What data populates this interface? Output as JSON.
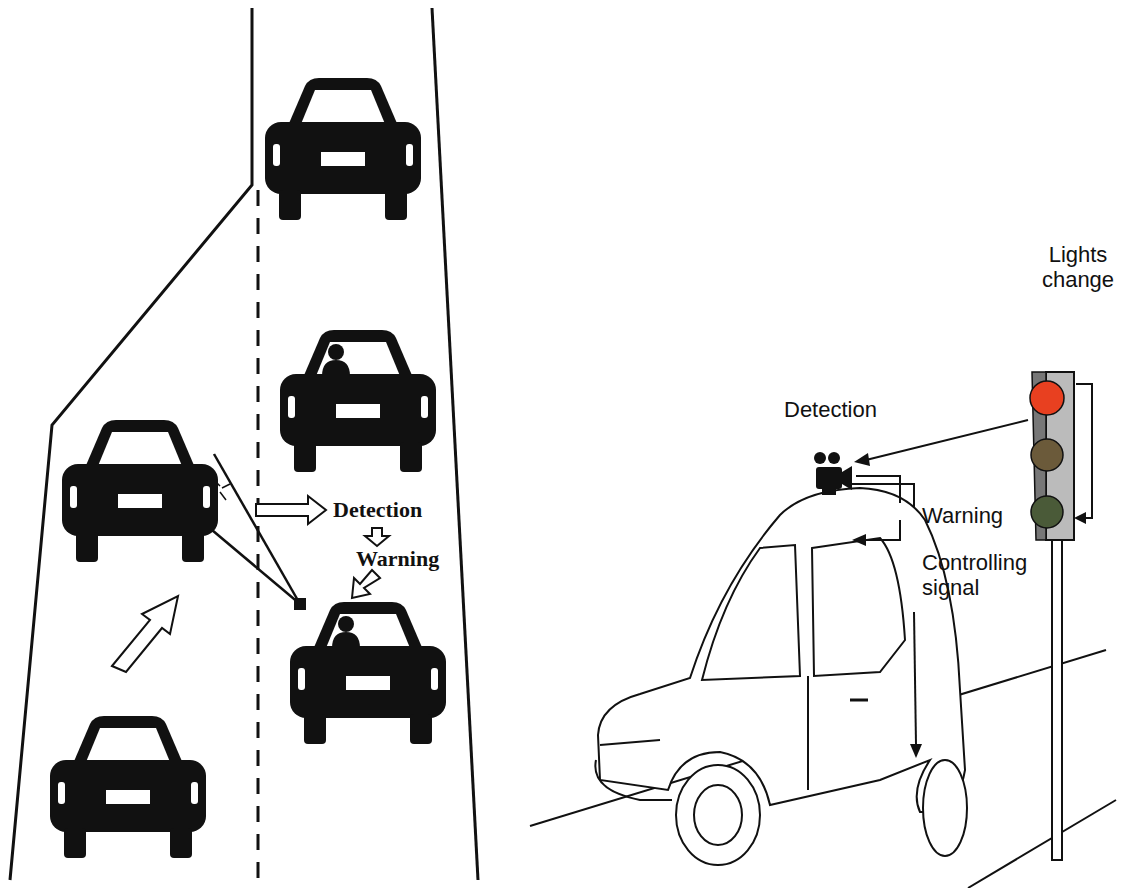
{
  "diagram": {
    "labels": [
      "Detection",
      "Warning",
      "Lights change",
      "Detection",
      "Warning",
      "Controlling signal"
    ]
  }
}
